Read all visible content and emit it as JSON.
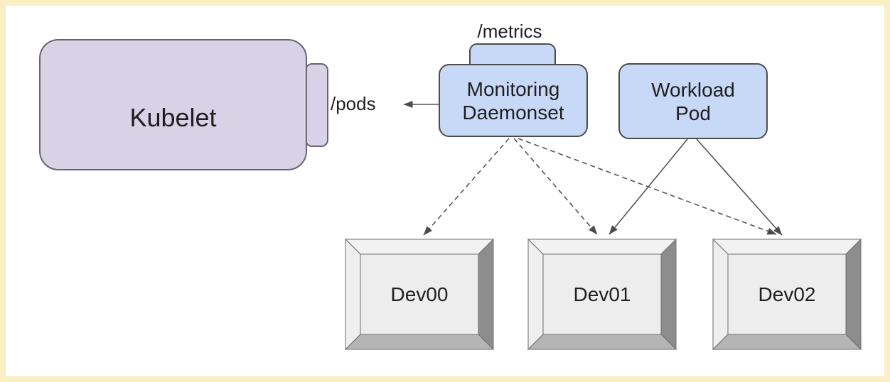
{
  "diagram_type": "architecture-diagram",
  "nodes": {
    "kubelet": {
      "label": "Kubelet"
    },
    "monitoring_daemonset": {
      "line1": "Monitoring",
      "line2": "Daemonset"
    },
    "workload_pod": {
      "line1": "Workload",
      "line2": "Pod"
    },
    "devices": [
      {
        "label": "Dev00"
      },
      {
        "label": "Dev01"
      },
      {
        "label": "Dev02"
      }
    ]
  },
  "endpoint_labels": {
    "pods": "/pods",
    "metrics": "/metrics"
  },
  "edges": [
    {
      "from": "monitoring-daemonset",
      "to": "kubelet-pods-endpoint",
      "style": "solid"
    },
    {
      "from": "monitoring-daemonset",
      "to": "dev00",
      "style": "dashed"
    },
    {
      "from": "monitoring-daemonset",
      "to": "dev01",
      "style": "dashed"
    },
    {
      "from": "monitoring-daemonset",
      "to": "dev02",
      "style": "dashed"
    },
    {
      "from": "workload-pod",
      "to": "dev01",
      "style": "solid"
    },
    {
      "from": "workload-pod",
      "to": "dev02",
      "style": "solid"
    }
  ],
  "colors": {
    "frame_border": "#faeec4",
    "canvas_background": "#ffffff",
    "kubelet_fill": "#d8d2e7",
    "kubelet_border": "#69646f",
    "pod_fill": "#c8d9f7",
    "pod_border": "#4d4d4d",
    "arrow": "#555555",
    "device_face": "#ededed",
    "device_bevel_light": "#f2f2f2",
    "device_bevel_right": "#8d8d8d",
    "device_bevel_bottom": "#b5b5b5",
    "text": "#1f1f1f"
  }
}
